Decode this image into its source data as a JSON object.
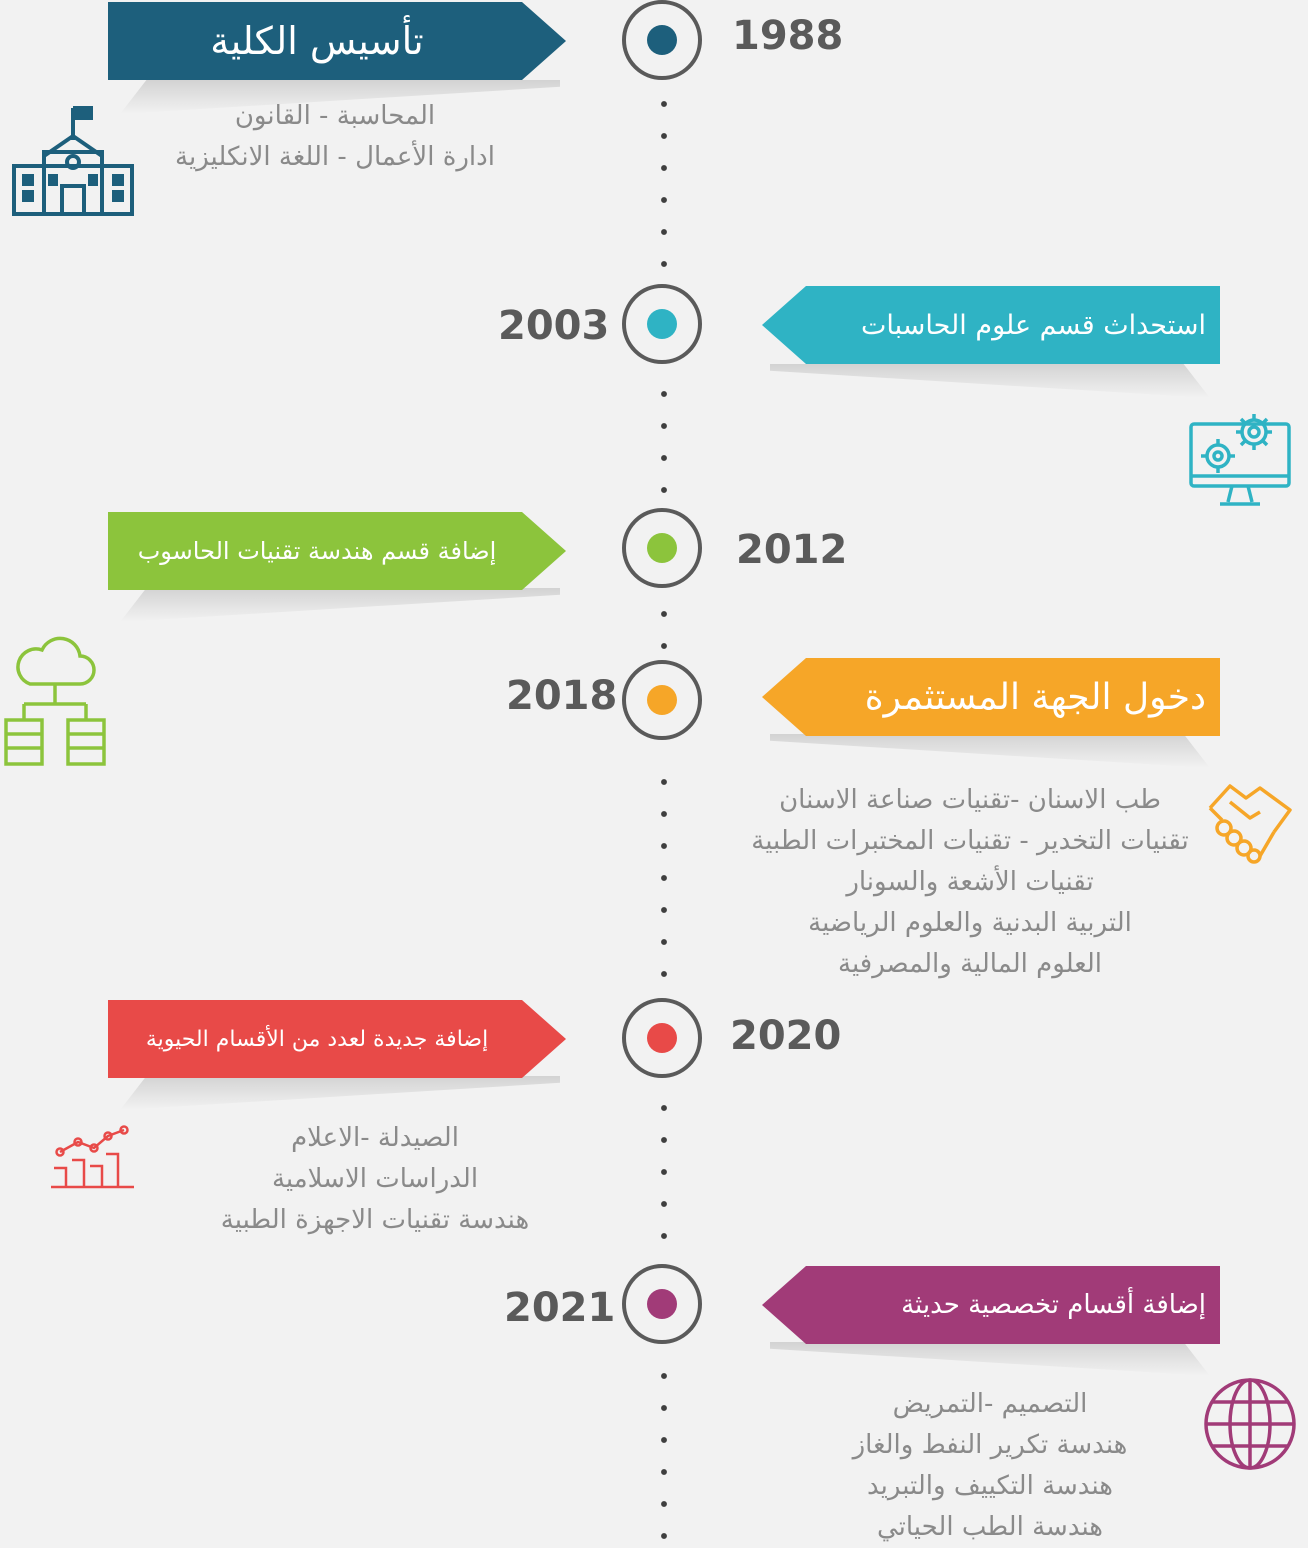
{
  "colors": {
    "node_1988": "#1d5f7c",
    "node_2003": "#2fb3c4",
    "node_2012": "#8cc43c",
    "node_2018": "#f6a628",
    "node_2020": "#e84a48",
    "node_2021": "#a13b78",
    "line": "#3f3f3f",
    "ring": "#5a5a5a",
    "text_gray": "#8a8a8a"
  },
  "timeline": [
    {
      "year": "1988",
      "title": "تأسيس الكلية",
      "color": "#1d5f7c",
      "icon": "university-building-icon",
      "departments": [
        "المحاسبة - القانون",
        "ادارة الأعمال - اللغة الانكليزية"
      ]
    },
    {
      "year": "2003",
      "title": "استحداث قسم علوم الحاسبات",
      "color": "#2fb3c4",
      "icon": "computer-settings-icon",
      "departments": []
    },
    {
      "year": "2012",
      "title": "إضافة  قسم هندسة تقنيات الحاسوب",
      "color": "#8cc43c",
      "icon": "cloud-servers-icon",
      "departments": []
    },
    {
      "year": "2018",
      "title": "دخول الجهة المستثمرة",
      "color": "#f6a628",
      "icon": "handshake-icon",
      "departments": [
        "طب الاسنان -تقنيات صناعة الاسنان",
        "تقنيات التخدير - تقنيات المختبرات الطبية",
        "تقنيات الأشعة والسونار",
        "التربية البدنية والعلوم الرياضية",
        "العلوم المالية والمصرفية"
      ]
    },
    {
      "year": "2020",
      "title": "إضافة جديدة لعدد من الأقسام الحيوية",
      "color": "#e84a48",
      "icon": "growth-chart-icon",
      "departments": [
        "الصيدلة -الاعلام",
        "الدراسات الاسلامية",
        "هندسة تقنيات الاجهزة الطبية"
      ]
    },
    {
      "year": "2021",
      "title": "إضافة أقسام تخصصية حديثة",
      "color": "#a13b78",
      "icon": "globe-icon",
      "departments": [
        "التصميم -التمريض",
        "هندسة تكرير النفط والغاز",
        "هندسة التكييف والتبريد",
        "هندسة الطب الحياتي"
      ]
    }
  ]
}
